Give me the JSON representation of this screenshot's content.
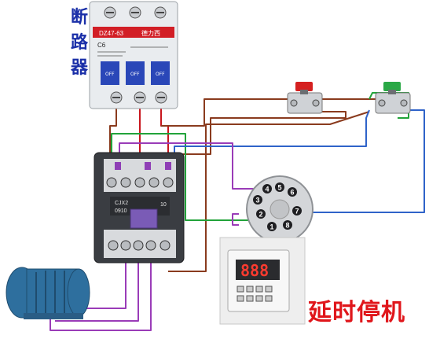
{
  "labels": {
    "breaker_char1": "断",
    "breaker_char2": "路",
    "breaker_char3": "器",
    "title": "延时停机"
  },
  "breaker": {
    "brand": "德力西",
    "model": "DZ47-63",
    "rating": "C6",
    "pole_off": "OFF"
  },
  "contactor": {
    "model": "CJX2",
    "series": "0910",
    "rating": "10"
  },
  "relay_socket": {
    "pins": [
      "1",
      "2",
      "3",
      "4",
      "5",
      "6",
      "7",
      "8"
    ]
  },
  "timer": {
    "display": "888"
  },
  "colors": {
    "wire_brown": "#8a3b1e",
    "wire_red": "#c8161d",
    "wire_green": "#22a33a",
    "wire_blue": "#2f63c9",
    "wire_purple": "#9a3cb8",
    "label_blue": "#1a2fa8",
    "title_red": "#e0161b",
    "stop_button": "#d52020",
    "start_button": "#2aa846",
    "motor": "#2e6f9e"
  }
}
